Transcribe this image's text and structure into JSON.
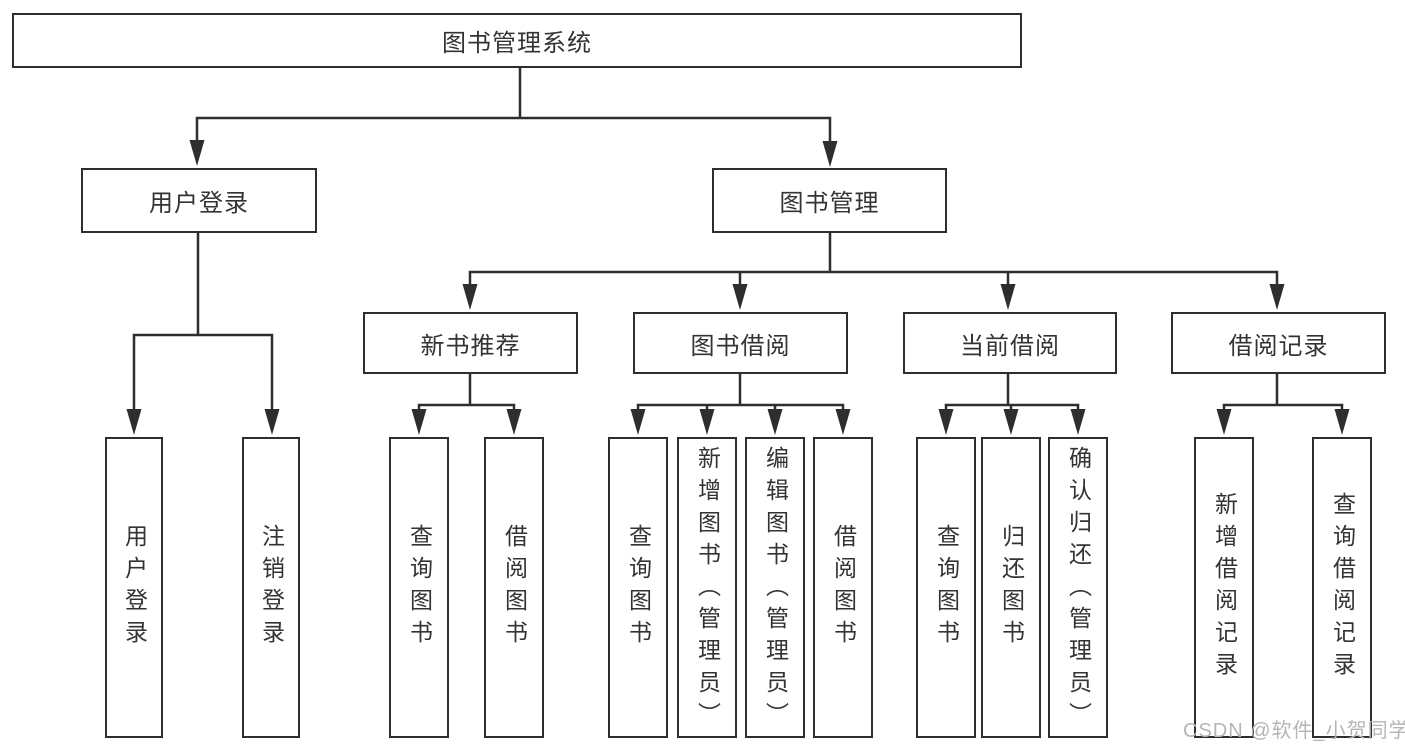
{
  "colors": {
    "line": "#2e2e2e",
    "text": "#333333",
    "watermark_text": "#b5b5b5",
    "background": "#ffffff"
  },
  "watermark": {
    "text": "CSDN @软件_小贺同学"
  },
  "tree": {
    "label": "图书管理系统",
    "children": [
      {
        "label": "用户登录",
        "children": [
          {
            "label": "用户登录"
          },
          {
            "label": "注销登录"
          }
        ]
      },
      {
        "label": "图书管理",
        "children": [
          {
            "label": "新书推荐",
            "children": [
              {
                "label": "查询图书"
              },
              {
                "label": "借阅图书"
              }
            ]
          },
          {
            "label": "图书借阅",
            "children": [
              {
                "label": "查询图书"
              },
              {
                "label": "新增图书（管理员）"
              },
              {
                "label": "编辑图书（管理员）"
              },
              {
                "label": "借阅图书"
              }
            ]
          },
          {
            "label": "当前借阅",
            "children": [
              {
                "label": "查询图书"
              },
              {
                "label": "归还图书"
              },
              {
                "label": "确认归还（管理员）"
              }
            ]
          },
          {
            "label": "借阅记录",
            "children": [
              {
                "label": "新增借阅记录"
              },
              {
                "label": "查询借阅记录"
              }
            ]
          }
        ]
      }
    ]
  }
}
